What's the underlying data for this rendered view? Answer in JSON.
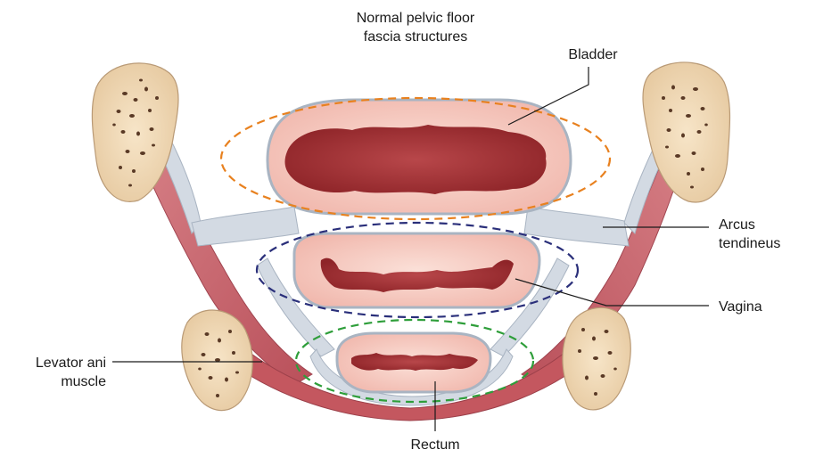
{
  "title": {
    "line1": "Normal pelvic floor",
    "line2": "fascia structures"
  },
  "labels": {
    "bladder": "Bladder",
    "arcus_line1": "Arcus",
    "arcus_line2": "tendineus",
    "vagina": "Vagina",
    "levator_line1": "Levator ani",
    "levator_line2": "muscle",
    "rectum": "Rectum"
  },
  "colors": {
    "bladder_outline": "#e8811f",
    "vagina_outline": "#2a2f7a",
    "rectum_outline": "#2e9e3a",
    "fascia": "#cfd6df",
    "muscle": "#c9606a",
    "bone": "#f3dcbc",
    "lumen": "#9b2b2f",
    "organ_wall": "#f6c8c0"
  }
}
